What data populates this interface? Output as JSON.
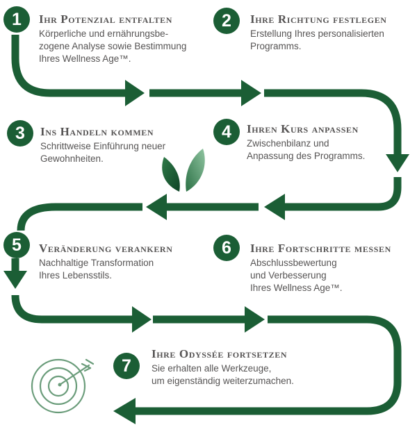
{
  "colors": {
    "path": "#1b5e35",
    "badge": "#1b5e35",
    "text": "#555353",
    "icon": "#6a9c7a"
  },
  "steps": [
    {
      "number": "1",
      "title": "Ihr Potenzial entfalten",
      "description": "Körperliche und ernährungsbe-\nzogene Analyse sowie Bestimmung\nIhres Wellness Age™."
    },
    {
      "number": "2",
      "title": "Ihre Richtung festlegen",
      "description": "Erstellung Ihres personalisierten\nProgramms."
    },
    {
      "number": "3",
      "title": "Ins Handeln kommen",
      "description": "Schrittweise Einführung neuer\nGewohnheiten."
    },
    {
      "number": "4",
      "title": "Ihren Kurs anpassen",
      "description": "Zwischenbilanz und\nAnpassung des Programms."
    },
    {
      "number": "5",
      "title": "Veränderung verankern",
      "description": "Nachhaltige Transformation\nIhres Lebensstils."
    },
    {
      "number": "6",
      "title": "Ihre Fortschritte messen",
      "description": "Abschlussbewertung\nund Verbesserung\nIhres Wellness Age™."
    },
    {
      "number": "7",
      "title": "Ihre Odyssée fortsetzen",
      "description": "Sie erhalten alle Werkzeuge,\num eigenständig weiterzumachen."
    }
  ],
  "icons": {
    "leaves": "leaves-icon",
    "target": "target-with-arrow-icon"
  }
}
